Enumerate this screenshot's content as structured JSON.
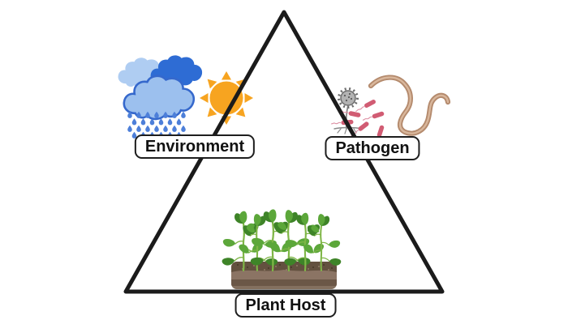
{
  "labels": {
    "environment": "Environment",
    "pathogen": "Pathogen",
    "plant_host": "Plant Host"
  },
  "icons": {
    "environment": [
      "rain-cloud-icon",
      "raindrops-icon",
      "sun-icon"
    ],
    "pathogen": [
      "fungus-icon",
      "bacteria-icon",
      "nematode-icon"
    ],
    "plant_host": [
      "seedlings-icon",
      "soil-icon"
    ]
  },
  "colors": {
    "background": "#ffffff",
    "triangle_stroke": "#1b1b1b",
    "label_border": "#1e1e1e",
    "label_text": "#111111",
    "cloud_light": "#AFCDF2",
    "cloud_front": "#9CC0EE",
    "cloud_front_stroke": "#3568CC",
    "cloud_dark": "#2E6CD4",
    "raindrop": "#4D7FD9",
    "sun": "#F7A420",
    "fungus_gray": "#B3B3B3",
    "fungus_stroke": "#6e6e6e",
    "bacteria_pink": "#D15C73",
    "bacteria_flagella": "#DD8FA3",
    "nematode_tan": "#B48A6D",
    "nematode_highlight": "#D9B79C",
    "leaf_light": "#5CA73A",
    "leaf_dark": "#3E8428",
    "stem_green": "#7FB647",
    "soil_crust": "#63513F",
    "soil_body": "#8B7464",
    "soil_band": "#6B5747",
    "soil_bottom": "#84705F"
  }
}
